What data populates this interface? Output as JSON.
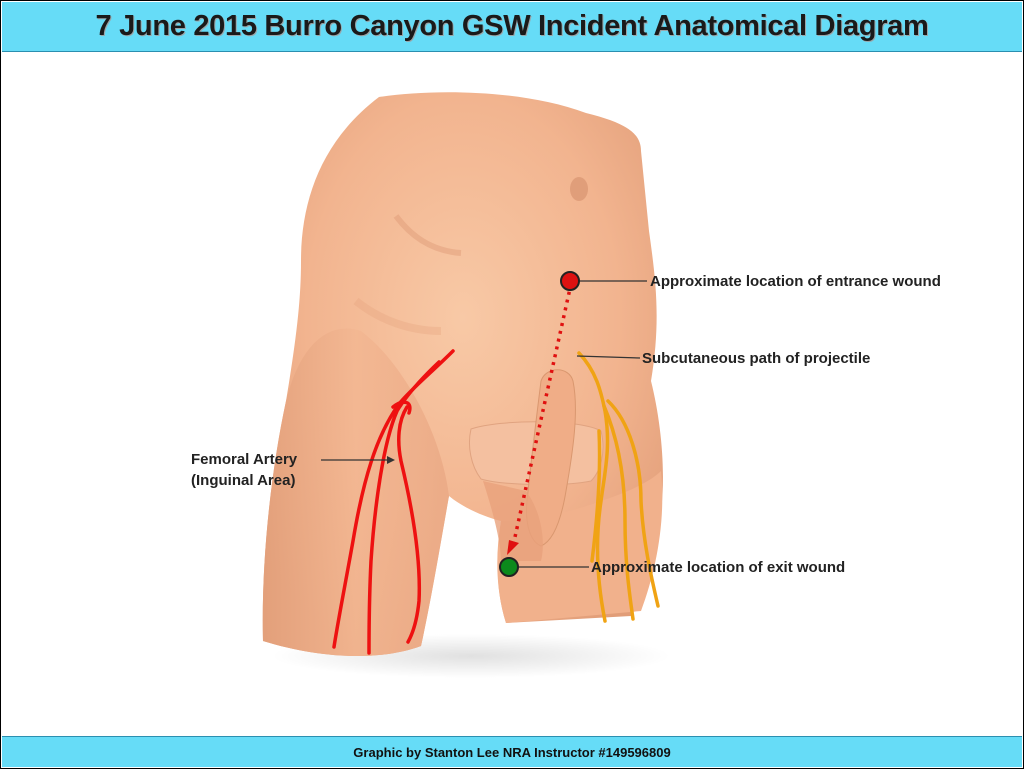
{
  "header": {
    "title": "7 June 2015 Burro Canyon GSW Incident Anatomical Diagram"
  },
  "footer": {
    "credit": "Graphic by Stanton Lee NRA Instructor #149596809"
  },
  "annotations": {
    "entrance": "Approximate location of entrance wound",
    "path": "Subcutaneous path of projectile",
    "exit": "Approximate location of exit wound",
    "artery_line1": "Femoral Artery",
    "artery_line2": "(Inguinal Area)"
  },
  "colors": {
    "banner": "#66dcf7",
    "skin": "#f2b48f",
    "artery": "#ee1111",
    "vein": "#f0a314",
    "entrance_marker": "#dd1111",
    "exit_marker": "#0c8a1c"
  },
  "icons": {
    "entrance_marker": "red-dot-icon",
    "exit_marker": "green-dot-icon"
  }
}
